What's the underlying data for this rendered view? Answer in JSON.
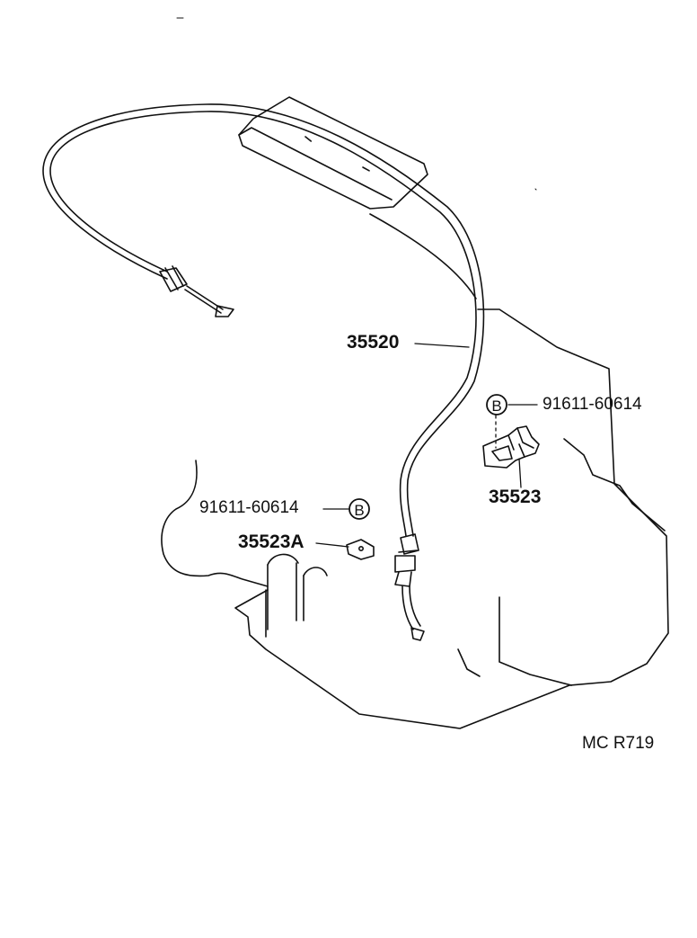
{
  "diagram": {
    "callouts": {
      "cable": "35520",
      "bolt_right": "91611-60614",
      "bolt_left": "91611-60614",
      "clamp_right": "35523",
      "clamp_left": "35523A",
      "marker_right": "B",
      "marker_left": "B"
    },
    "figure_code": "MC R719",
    "line_color": "#111111",
    "background": "#ffffff"
  }
}
